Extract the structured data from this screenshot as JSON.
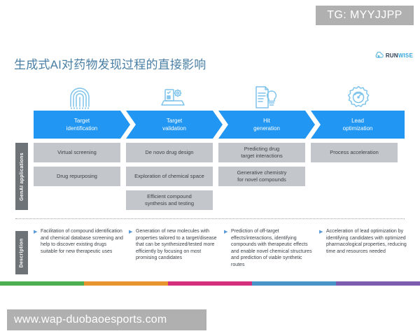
{
  "watermarks": {
    "top_tag": "TG: MYYJJPP",
    "bottom_url": "www.wap-duobaoesports.com"
  },
  "header": {
    "title": "生成式AI对药物发现过程的直接影响",
    "brand_part1": "RUN",
    "brand_part2": "WISE",
    "title_color": "#4a7fa5"
  },
  "stages": [
    {
      "icon": "fingerprint-icon",
      "line1": "Target",
      "line2": "identification"
    },
    {
      "icon": "laptop-checklist-gear-icon",
      "line1": "Target",
      "line2": "validation"
    },
    {
      "icon": "document-lightbulb-icon",
      "line1": "Hit",
      "line2": "generation"
    },
    {
      "icon": "gear-gauge-icon",
      "line1": "Lead",
      "line2": "optimization"
    }
  ],
  "rows": {
    "applications_label": "GenAI applications",
    "description_label": "Description"
  },
  "applications": [
    [
      {
        "line1": "Virtual screening",
        "line2": ""
      },
      {
        "line1": "Drug repurposing",
        "line2": ""
      }
    ],
    [
      {
        "line1": "De novo drug design",
        "line2": ""
      },
      {
        "line1": "Exploration of chemical space",
        "line2": ""
      },
      {
        "line1": "Efficient compound",
        "line2": "synthesis and testing"
      }
    ],
    [
      {
        "line1": "Predicting drug",
        "line2": "target interactions"
      },
      {
        "line1": "Generative chemistry",
        "line2": "for novel compounds"
      }
    ],
    [
      {
        "line1": "Process acceleration",
        "line2": ""
      }
    ]
  ],
  "descriptions": [
    "Facilitation of compound identification and chemical database screening and help to discover existing drugs suitable for new therapeutic uses",
    "Generation of new molecules with properties tailored to a target/disease that can be synthesized/tested more efficiently by focusing on most promising candidates",
    "Prediction of off-target effects/interactions, identifying compounds with therapeutic effects and enable novel chemical structures and prediction of viable synthetic routes",
    "Acceleration of lead optimization by identifying candidates with optimized pharmacological properties, reducing time and resources needed"
  ],
  "bullet_glyph": "▶",
  "color_strip": [
    {
      "name": "green",
      "color": "#4caf50",
      "width": 120
    },
    {
      "name": "orange",
      "color": "#e8952f",
      "width": 120
    },
    {
      "name": "pink",
      "color": "#d5307e",
      "width": 120
    },
    {
      "name": "blue",
      "color": "#4a95c8",
      "width": 120
    },
    {
      "name": "purple",
      "color": "#7e5cb0",
      "width": 120
    }
  ],
  "theme": {
    "stage_blue": "#2196f3",
    "box_gray": "#c3c6cb",
    "label_gray": "#6e7378",
    "bullet_blue": "#5b9bd5"
  }
}
